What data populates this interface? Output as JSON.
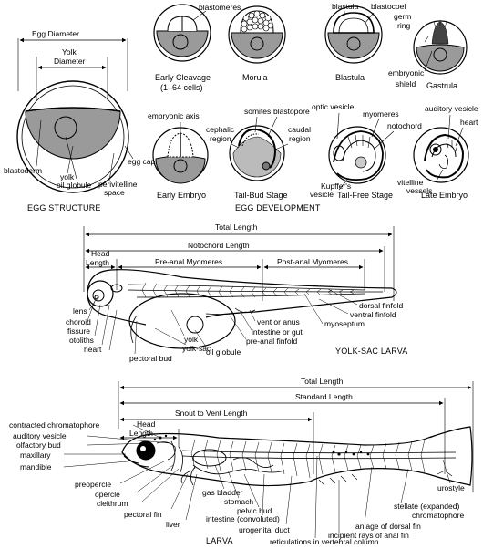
{
  "egg_structure": {
    "title": "EGG STRUCTURE",
    "labels": {
      "egg_diameter": "Egg Diameter",
      "yolk_diameter_1": "Yolk",
      "yolk_diameter_2": "Diameter",
      "egg_capsule": "egg capsule",
      "blastoderm": "blastoderm",
      "yolk": "yolk",
      "oil_globule": "oil globule",
      "perivitelline_1": "perivitelline",
      "perivitelline_2": "space"
    }
  },
  "egg_development": {
    "title": "EGG DEVELOPMENT",
    "stages": {
      "early_cleavage": "Early Cleavage",
      "early_cleavage_sub": "(1–64 cells)",
      "morula": "Morula",
      "blastula": "Blastula",
      "gastrula": "Gastrula",
      "early_embryo": "Early Embryo",
      "tail_bud": "Tail-Bud Stage",
      "tail_free": "Tail-Free Stage",
      "late_embryo": "Late Embryo"
    },
    "labels": {
      "blastomeres": "blastomeres",
      "blastula": "blastula",
      "blastocoel": "blastocoel",
      "germ": "germ",
      "ring": "ring",
      "embryonic": "embryonic",
      "shield": "shield",
      "embryonic_axis": "embryonic axis",
      "somites": "somites",
      "blastopore": "blastopore",
      "cephalic": "cephalic",
      "region": "region",
      "caudal": "caudal",
      "caudal_region": "region",
      "kupffers": "Kupffer's",
      "vesicle": "vesicle",
      "optic_vesicle": "optic vesicle",
      "myomeres": "myomeres",
      "notochord": "notochord",
      "auditory_vesicle": "auditory vesicle",
      "heart": "heart",
      "vitelline": "vitelline",
      "vessels": "vessels"
    }
  },
  "yolk_sac_larva": {
    "title": "YOLK-SAC LARVA",
    "labels": {
      "total_length": "Total Length",
      "notochord_length": "Notochord Length",
      "head": "Head",
      "length": "Length",
      "pre_anal_myomeres": "Pre-anal Myomeres",
      "post_anal_myomeres": "Post-anal Myomeres",
      "lens": "lens",
      "choroid": "choroid",
      "fissure": "fissure",
      "otoliths": "otoliths",
      "heart": "heart",
      "yolk": "yolk",
      "yolk_sac": "yolk-sac",
      "pectoral_bud": "pectoral bud",
      "oil_globule": "oil globule",
      "vent_or_anus": "vent or anus",
      "intestine_or_gut": "intestine or gut",
      "pre_anal_finfold": "pre-anal finfold",
      "dorsal_finfold": "dorsal finfold",
      "ventral_finfold": "ventral finfold",
      "myoseptum": "myoseptum"
    }
  },
  "larva": {
    "title": "LARVA",
    "labels": {
      "total_length": "Total Length",
      "standard_length": "Standard Length",
      "snout_to_vent": "Snout to Vent Length",
      "head": "Head",
      "length": "Length",
      "contracted_chromatophore": "contracted chromatophore",
      "auditory_vesicle": "auditory vesicle",
      "olfactory_bud": "olfactory bud",
      "maxillary": "maxillary",
      "mandible": "mandible",
      "preopercle": "preopercle",
      "opercle": "opercle",
      "cleithrum": "cleithrum",
      "pectoral_fin": "pectoral fin",
      "liver": "liver",
      "gas_bladder": "gas bladder",
      "stomach": "stomach",
      "pelvic_bud": "pelvic bud",
      "intestine": "intestine (convoluted)",
      "urogenital_duct": "urogenital duct",
      "reticulations": "reticulations in vertebral column",
      "incipient_rays": "incipient rays of anal fin",
      "anlage": "anlage of dorsal fin",
      "stellate": "stellate (expanded)",
      "chromatophore": "chromatophore",
      "urostyle": "urostyle"
    }
  }
}
